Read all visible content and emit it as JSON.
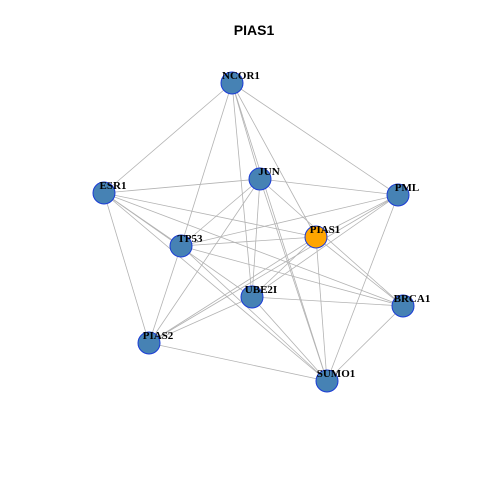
{
  "title": "PIAS1",
  "colors": {
    "node_default": "#4682b4",
    "node_highlight": "#ffa500",
    "node_border": "#1a3bd6",
    "edge": "#b3b3b3"
  },
  "nodes": [
    {
      "id": "NCOR1",
      "label": "NCOR1",
      "highlight": false
    },
    {
      "id": "JUN",
      "label": "JUN",
      "highlight": false
    },
    {
      "id": "ESR1",
      "label": "ESR1",
      "highlight": false
    },
    {
      "id": "PML",
      "label": "PML",
      "highlight": false
    },
    {
      "id": "PIAS1",
      "label": "PIAS1",
      "highlight": true
    },
    {
      "id": "TP53",
      "label": "TP53",
      "highlight": false
    },
    {
      "id": "UBE2I",
      "label": "UBE2I",
      "highlight": false
    },
    {
      "id": "BRCA1",
      "label": "BRCA1",
      "highlight": false
    },
    {
      "id": "PIAS2",
      "label": "PIAS2",
      "highlight": false
    },
    {
      "id": "SUMO1",
      "label": "SUMO1",
      "highlight": false
    }
  ],
  "edges": [
    [
      "NCOR1",
      "ESR1"
    ],
    [
      "NCOR1",
      "JUN"
    ],
    [
      "NCOR1",
      "PML"
    ],
    [
      "NCOR1",
      "PIAS1"
    ],
    [
      "NCOR1",
      "TP53"
    ],
    [
      "NCOR1",
      "UBE2I"
    ],
    [
      "NCOR1",
      "SUMO1"
    ],
    [
      "ESR1",
      "JUN"
    ],
    [
      "ESR1",
      "PIAS1"
    ],
    [
      "ESR1",
      "TP53"
    ],
    [
      "ESR1",
      "UBE2I"
    ],
    [
      "ESR1",
      "BRCA1"
    ],
    [
      "ESR1",
      "PIAS2"
    ],
    [
      "ESR1",
      "SUMO1"
    ],
    [
      "JUN",
      "PML"
    ],
    [
      "JUN",
      "TP53"
    ],
    [
      "JUN",
      "UBE2I"
    ],
    [
      "JUN",
      "PIAS2"
    ],
    [
      "JUN",
      "SUMO1"
    ],
    [
      "JUN",
      "BRCA1"
    ],
    [
      "PML",
      "TP53"
    ],
    [
      "PML",
      "UBE2I"
    ],
    [
      "PML",
      "PIAS2"
    ],
    [
      "PML",
      "SUMO1"
    ],
    [
      "PML",
      "PIAS1"
    ],
    [
      "PIAS1",
      "TP53"
    ],
    [
      "PIAS1",
      "UBE2I"
    ],
    [
      "PIAS1",
      "PIAS2"
    ],
    [
      "PIAS1",
      "SUMO1"
    ],
    [
      "PIAS1",
      "BRCA1"
    ],
    [
      "TP53",
      "PIAS2"
    ],
    [
      "TP53",
      "BRCA1"
    ],
    [
      "TP53",
      "SUMO1"
    ],
    [
      "UBE2I",
      "BRCA1"
    ],
    [
      "UBE2I",
      "PIAS2"
    ],
    [
      "UBE2I",
      "SUMO1"
    ],
    [
      "BRCA1",
      "SUMO1"
    ],
    [
      "PIAS2",
      "SUMO1"
    ]
  ]
}
